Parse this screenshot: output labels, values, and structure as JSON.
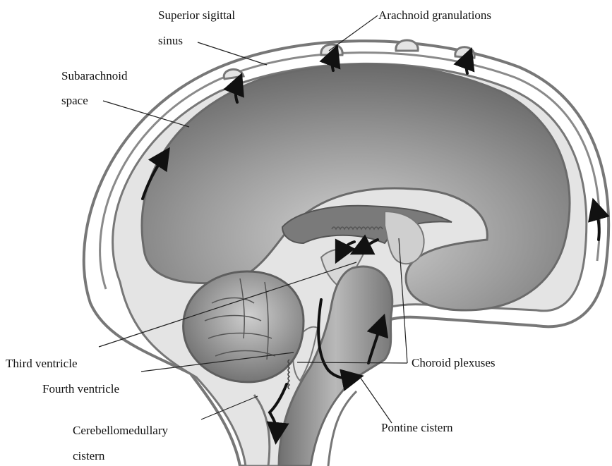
{
  "labels": {
    "superior_sagittal_line1": "Superior sigittal",
    "superior_sagittal_line2": "sinus",
    "arachnoid_granulations": "Arachnoid granulations",
    "subarachnoid_line1": "Subarachnoid",
    "subarachnoid_line2": "space",
    "third_ventricle": "Third ventricle",
    "fourth_ventricle": "Fourth ventricle",
    "cerebellomedullary_line1": "Cerebellomedullary",
    "cerebellomedullary_line2": "cistern",
    "choroid_plexuses": "Choroid plexuses",
    "pontine_cistern": "Pontine cistern"
  },
  "colors": {
    "skull_outline": "#777777",
    "csf_fill": "#e4e4e4",
    "brain_light": "#d0d0d0",
    "brain_dark": "#6e6e6e",
    "arrow": "#111111"
  }
}
